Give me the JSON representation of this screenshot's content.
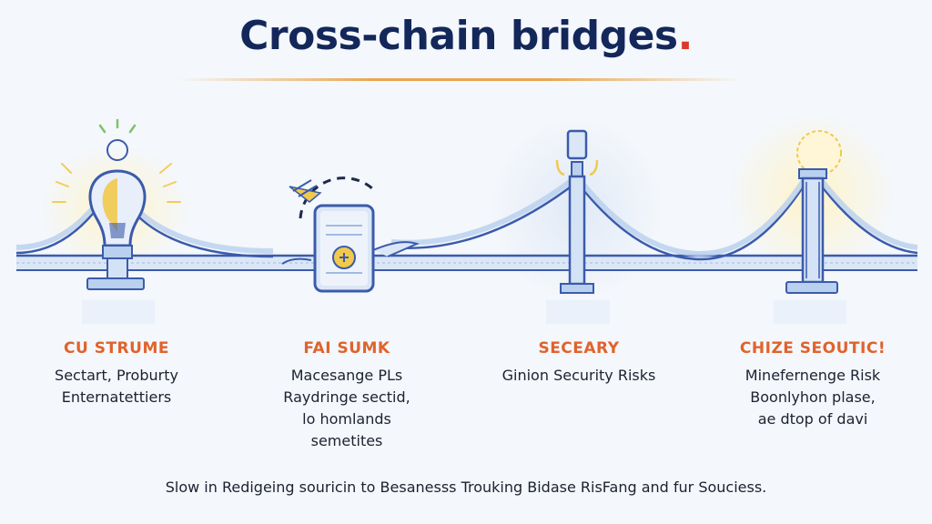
{
  "title": {
    "text": "Cross-chain bridges",
    "dot": "."
  },
  "columns": [
    {
      "heading": "CU STRUME",
      "lines": [
        "Sectart, Proburty",
        "Enternatettiers"
      ]
    },
    {
      "heading": "FAI SUMK",
      "lines": [
        "Macesange PLs",
        "Raydringe sectid,",
        "lo homlands",
        "semetites"
      ]
    },
    {
      "heading": "SECEARY",
      "lines": [
        "Ginion Security Risks"
      ]
    },
    {
      "heading": "CHIZE SEOUTIC!",
      "lines": [
        "Minefernenge Risk",
        "Boonlyhon plase,",
        "ae dtop of davi"
      ]
    }
  ],
  "footer": "Slow in Redigeing souricin to Besanesss Trouking Bidase RisFang and fur Souciess.",
  "colors": {
    "title": "#13275a",
    "accent_red": "#d93a2b",
    "heading_orange": "#e0632b",
    "bridge_blue": "#3b5bab",
    "light_blue": "#b9d0ef",
    "glow_yellow": "#f2c94c"
  },
  "icons": [
    "lightbulb-icon",
    "document-shield-icon",
    "lamp-icon",
    "sun-icon"
  ]
}
